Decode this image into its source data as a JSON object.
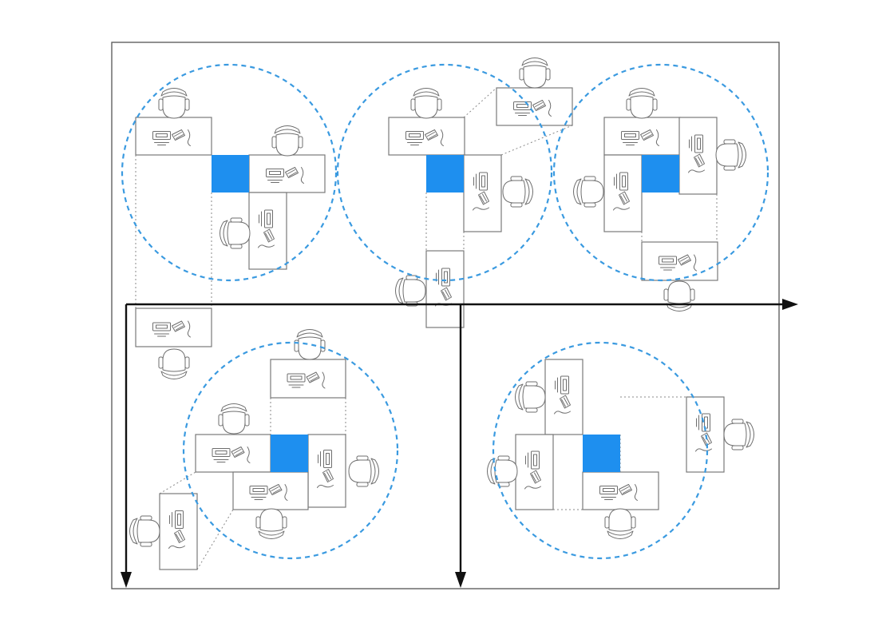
{
  "colors": {
    "zone": "#3a9ae0",
    "hub": "#1e8fef",
    "path": "#111111",
    "frame": "#555555",
    "desk_stroke": "#7a7a7a"
  },
  "clusters": [
    {
      "name": "cluster-top-left",
      "desks": 4,
      "chairs": 4
    },
    {
      "name": "cluster-top-middle",
      "desks": 4,
      "chairs": 4
    },
    {
      "name": "cluster-top-right",
      "desks": 4,
      "chairs": 4
    },
    {
      "name": "cluster-bottom-left",
      "desks": 5,
      "chairs": 5
    },
    {
      "name": "cluster-bottom-right",
      "desks": 4,
      "chairs": 4
    }
  ],
  "walkways": [
    {
      "name": "horizontal-walkway",
      "direction": "right"
    },
    {
      "name": "left-vertical-walkway",
      "direction": "down"
    },
    {
      "name": "middle-vertical-walkway",
      "direction": "down"
    }
  ]
}
